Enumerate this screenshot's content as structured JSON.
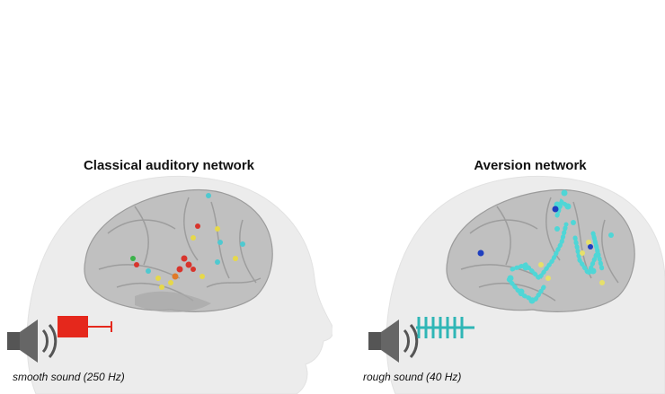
{
  "left_panel": {
    "title": "Classical auditory network",
    "caption": "smooth sound (250 Hz)",
    "node_colors": [
      "#d8342c",
      "#e6d84a",
      "#4fc9d0",
      "#3bb24a"
    ]
  },
  "right_panel": {
    "title": "Aversion network",
    "caption": "rough sound (40 Hz)",
    "node_colors": [
      "#4fd6d6",
      "#e6e06a",
      "#1f3fbf"
    ]
  },
  "icons": [
    "speaker-icon",
    "smooth-waveform-icon",
    "rough-waveform-icon",
    "head-silhouette",
    "brain-illustration"
  ]
}
